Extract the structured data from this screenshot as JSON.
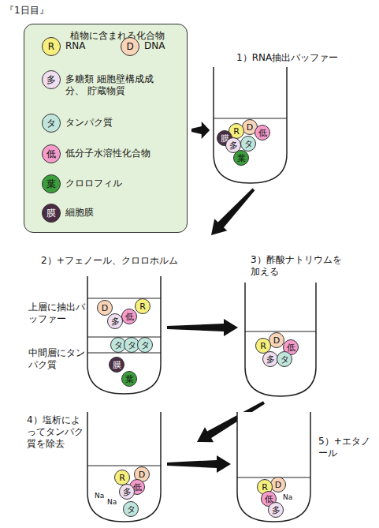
{
  "diagram": {
    "nodes": [
      {
        "text": [
          "植物に含まれる化合物"
        ]
      },
      {
        "text": [
          "R",
          "RNA"
        ],
        "in": 0
      },
      {
        "text": [
          "D",
          "DNA"
        ],
        "in": 0
      },
      {
        "text": [
          "多",
          "多糖類 細胞壁構成成分、 貯蔵物質"
        ],
        "in": 0
      },
      {
        "text": [
          "タ",
          "タンパク質"
        ],
        "in": 0
      },
      {
        "text": [
          "低",
          "低分子水溶性化合物"
        ],
        "in": 0
      },
      {
        "text": [
          "葉",
          "クロロフィル"
        ],
        "in": 0
      },
      {
        "text": [
          "膜",
          "細胞膜"
        ],
        "in": 0
      },
      {
        "text": [
          "1）RNA抽出バッファー"
        ]
      },
      {
        "text": [
          "D"
        ],
        "in": 8
      },
      {
        "text": [
          "R"
        ],
        "in": 8
      },
      {
        "text": [
          "低"
        ],
        "in": 8
      },
      {
        "text": [
          "膜"
        ],
        "in": 8
      },
      {
        "text": [
          "タ"
        ],
        "in": 8
      },
      {
        "text": [
          "多"
        ],
        "in": 8
      },
      {
        "text": [
          "葉"
        ],
        "in": 8
      },
      {
        "text": [
          "2）+フェノール、クロロホルム"
        ]
      },
      {
        "text": [
          "D"
        ],
        "in": 16
      },
      {
        "text": [
          "R"
        ],
        "in": 16
      },
      {
        "text": [
          "低"
        ],
        "in": 16
      },
      {
        "text": [
          "多"
        ],
        "in": 16
      },
      {
        "text": [
          "タ"
        ],
        "in": 16
      },
      {
        "text": [
          "タ"
        ],
        "in": 16
      },
      {
        "text": [
          "タ"
        ],
        "in": 16
      },
      {
        "text": [
          "膜"
        ],
        "in": 16
      },
      {
        "text": [
          "葉"
        ],
        "in": 16
      },
      {
        "text": [
          "3）酢酸ナトリウムを加える"
        ]
      },
      {
        "text": [
          "D"
        ],
        "in": 26
      },
      {
        "text": [
          "R"
        ],
        "in": 26
      },
      {
        "text": [
          "低"
        ],
        "in": 26
      },
      {
        "text": [
          "多"
        ],
        "in": 26
      },
      {
        "text": [
          "タ"
        ],
        "in": 26
      },
      {
        "text": [
          "4）塩析によってタンパク質を除去"
        ]
      },
      {
        "text": [
          "D"
        ],
        "in": 32
      },
      {
        "text": [
          "R"
        ],
        "in": 32
      },
      {
        "text": [
          "低"
        ],
        "in": 32
      },
      {
        "text": [
          "多"
        ],
        "in": 32
      },
      {
        "text": [
          "タ"
        ],
        "in": 32
      },
      {
        "text": [
          "5）+エタノール"
        ]
      },
      {
        "text": [
          "D"
        ],
        "in": 38
      },
      {
        "text": [
          "R"
        ],
        "in": 38
      },
      {
        "text": [
          "低"
        ],
        "in": 38
      },
      {
        "text": [
          "多"
        ],
        "in": 38
      }
    ],
    "edges": [
      {
        "from": 0,
        "to": 8,
        "arrow": "to"
      },
      {
        "from": 8,
        "to": 16,
        "arrow": "to"
      },
      {
        "from": 16,
        "to": 26,
        "arrow": "to"
      },
      {
        "from": 26,
        "to": 32,
        "arrow": "to"
      },
      {
        "from": 32,
        "to": 38,
        "arrow": "to"
      }
    ],
    "labels": [
      "『1日目』",
      "上層に抽出バッファー",
      "中間層にタンパク質",
      "Na",
      "Na",
      "Na"
    ]
  }
}
